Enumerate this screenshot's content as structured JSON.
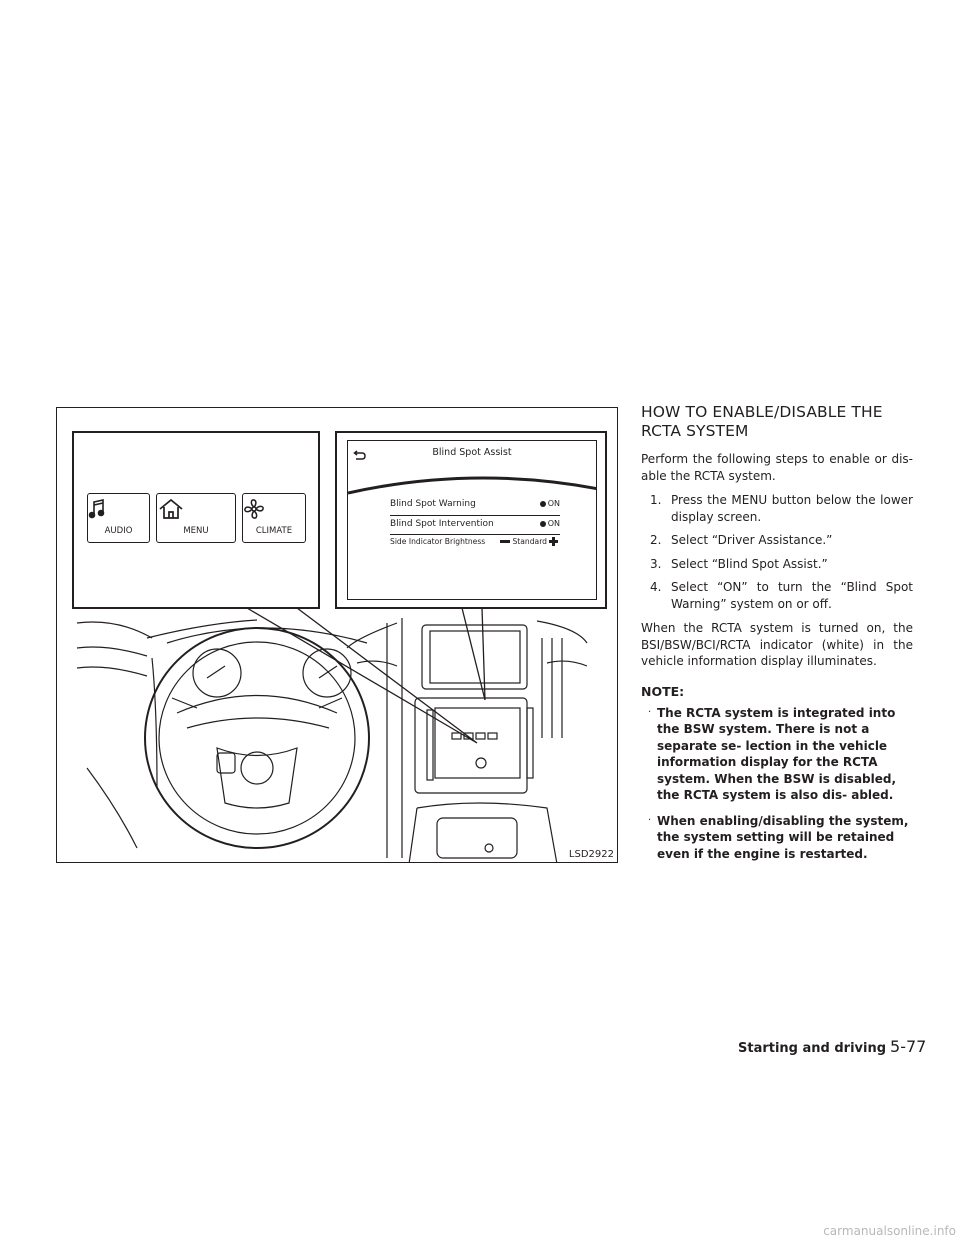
{
  "figure": {
    "code": "LSD2922",
    "buttons": [
      {
        "label": "AUDIO",
        "icon": "music-note-icon"
      },
      {
        "label": "MENU",
        "icon": "home-icon"
      },
      {
        "label": "CLIMATE",
        "icon": "fan-icon"
      }
    ],
    "screen": {
      "title": "Blind Spot Assist",
      "rows": [
        {
          "label": "Blind Spot Warning",
          "value": "ON"
        },
        {
          "label": "Blind Spot Intervention",
          "value": "ON"
        }
      ],
      "brightness": {
        "label": "Side Indicator Brightness",
        "value": "Standard"
      }
    }
  },
  "section": {
    "title_line1": "HOW TO ENABLE/DISABLE THE",
    "title_line2": "RCTA SYSTEM",
    "intro": "Perform the following steps to enable or dis- able the RCTA system.",
    "steps": [
      {
        "num": "1.",
        "text": "Press the MENU button below the lower display screen."
      },
      {
        "num": "2.",
        "text": "Select “Driver Assistance.”"
      },
      {
        "num": "3.",
        "text": "Select “Blind Spot Assist.”"
      },
      {
        "num": "4.",
        "text": "Select “ON” to turn the “Blind Spot Warning” system on or off."
      }
    ],
    "after": "When the RCTA system is turned on, the BSI/BSW/BCI/RCTA indicator (white) in the vehicle information display illuminates.",
    "note_label": "NOTE:",
    "notes": [
      "The RCTA system is integrated into the BSW system. There is not a separate se- lection in the vehicle information display for the RCTA system. When the BSW is disabled, the RCTA system is also dis- abled.",
      "When enabling/disabling the system, the system setting will be retained even if the engine is restarted."
    ]
  },
  "footer": {
    "section": "Starting and driving",
    "page": "5-77"
  },
  "watermark": "carmanualsonline.info"
}
